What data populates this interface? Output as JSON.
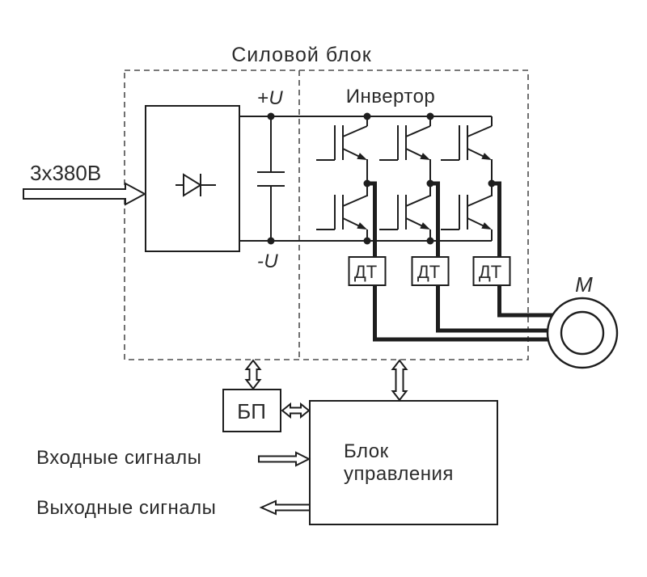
{
  "title": "Силовой блок",
  "power_block": {
    "input_label": "3х380В",
    "bus_plus_label": "+U",
    "bus_minus_label": "-U",
    "inverter_label": "Инвертор",
    "current_sensors": [
      {
        "label": "ДТ"
      },
      {
        "label": "ДТ"
      },
      {
        "label": "ДТ"
      }
    ]
  },
  "motor": {
    "label": "M"
  },
  "psu": {
    "label": "БП"
  },
  "control_unit": {
    "label_line1": "Блок",
    "label_line2": "управления"
  },
  "signals": {
    "input_label": "Входные сигналы",
    "output_label": "Выходные сигналы"
  },
  "colors": {
    "line": "#1e1e1e",
    "dashed_border": "#4d4d4d",
    "text": "#2b2b2b",
    "background": "#ffffff"
  }
}
